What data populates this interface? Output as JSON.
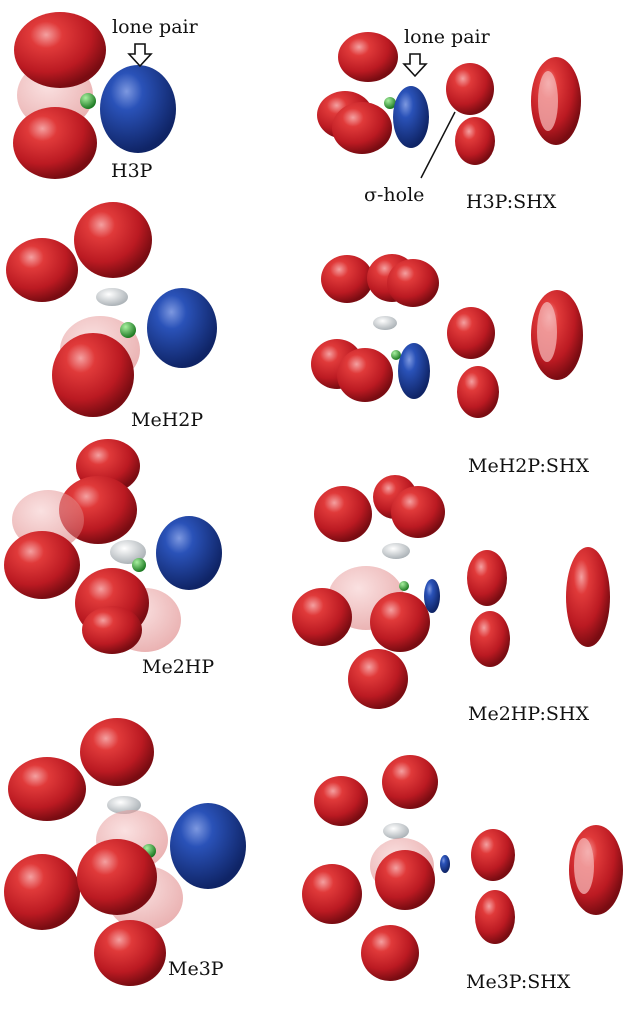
{
  "annotations": {
    "lone_pair_left": "lone pair",
    "lone_pair_right": "lone pair",
    "sigma_hole": "σ-hole"
  },
  "molecules": {
    "h3p": "H3P",
    "h3p_shx": "H3P:SHX",
    "meh2p": "MeH2P",
    "meh2p_shx": "MeH2P:SHX",
    "me2hp": "Me2HP",
    "me2hp_shx": "Me2HP:SHX",
    "me3p": "Me3P",
    "me3p_shx": "Me3P:SHX"
  },
  "colors": {
    "lobe_red": "#c8202a",
    "lobe_blue": "#1f45a8",
    "lobe_green": "#2fa83a",
    "lobe_white": "#d8dde0"
  }
}
